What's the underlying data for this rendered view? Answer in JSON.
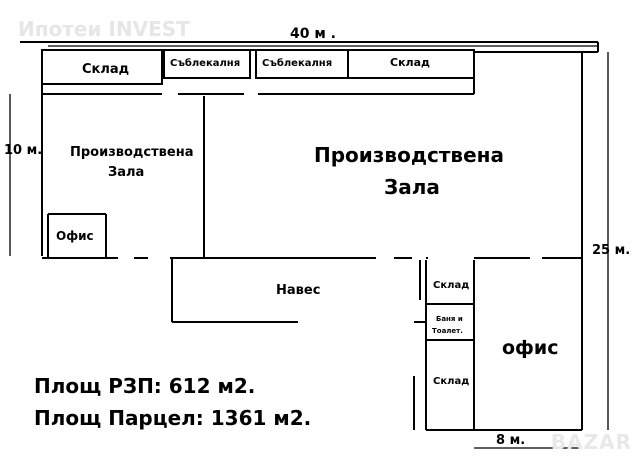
{
  "watermark": "Ипотеи INVEST",
  "logo": "BAZAR",
  "dimensions": {
    "width": "40 м .",
    "left_height": "10 м.",
    "right_height": "25 м.",
    "bottom_width": "8 м."
  },
  "rooms": {
    "sklad_top_left": "Склад",
    "sableklanya_1": "Съблекалня",
    "sableklanya_2": "Съблекалня",
    "sklad_top_right": "Склад",
    "production_hall_left_1": "Производствена",
    "production_hall_left_2": "Зала",
    "production_hall_main_1": "Производствена",
    "production_hall_main_2": "Зала",
    "office_small": "Офис",
    "navess": "Навес",
    "sklad_right_1": "Склад",
    "bath_1": "Баня и",
    "bath_2": "Тоалет.",
    "sklad_right_2": "Склад",
    "office_right": "офис"
  },
  "area": {
    "rzp": "Площ РЗП: 612 м2.",
    "parcel": "Площ Парцел: 1361 м2."
  }
}
